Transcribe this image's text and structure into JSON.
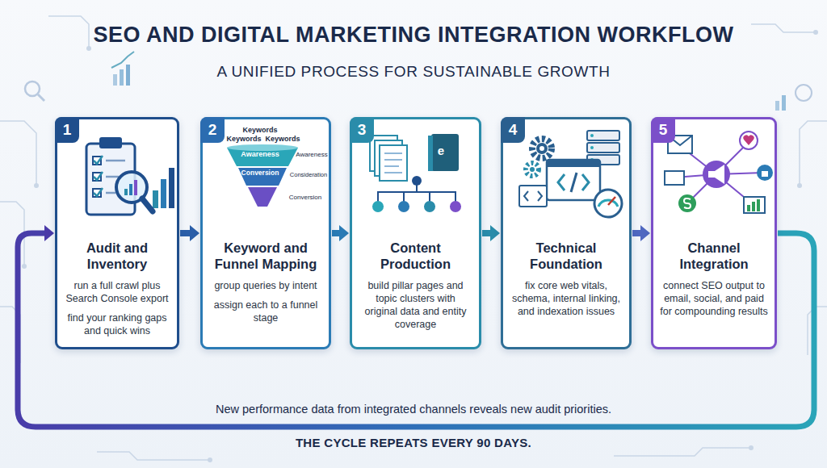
{
  "diagram": {
    "title": "SEO AND DIGITAL MARKETING INTEGRATION WORKFLOW",
    "caption": "THE CYCLE REPEATS EVERY 90 DAYS.",
    "nodes": [
      {
        "text": [
          "1",
          "Audit and Inventory",
          "run a full crawl plus Search Console export",
          "find your ranking gaps and quick wins"
        ]
      },
      {
        "text": [
          "2",
          "Keyword and Funnel Mapping",
          "group queries by intent",
          "assign each to a funnel stage"
        ]
      },
      {
        "text": [
          "3",
          "Content Production",
          "build pillar pages and topic clusters with original data and entity coverage"
        ]
      },
      {
        "text": [
          "4",
          "Technical Foundation",
          "fix core web vitals, schema, internal linking, and indexation issues"
        ]
      },
      {
        "text": [
          "5",
          "Channel Integration",
          "connect SEO output to email, social, and paid for compounding results"
        ]
      }
    ],
    "edges": [
      {
        "from": 0,
        "to": 1,
        "arrow": "to"
      },
      {
        "from": 1,
        "to": 2,
        "arrow": "to"
      },
      {
        "from": 2,
        "to": 3,
        "arrow": "to"
      },
      {
        "from": 3,
        "to": 4,
        "arrow": "to"
      },
      {
        "from": 4,
        "to": 0,
        "arrow": "to"
      }
    ],
    "labels": [
      "A UNIFIED PROCESS FOR SUSTAINABLE GROWTH",
      "Keywords",
      "Keywords",
      "Keywords",
      "Awareness",
      "Conversion",
      "Awareness",
      "Consideration",
      "Conversion",
      "e",
      "New performance data from integrated channels reveals new audit priorities."
    ]
  }
}
